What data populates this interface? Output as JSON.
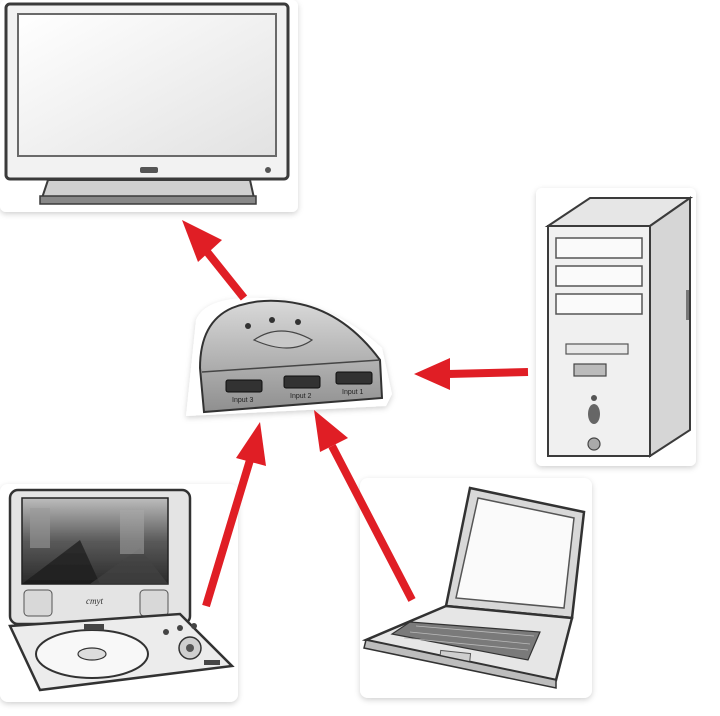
{
  "colors": {
    "arrow": "#e01e25",
    "device_fill": "#f0f0f0",
    "device_stroke": "#4a4a4a",
    "background": "#ffffff"
  },
  "switch": {
    "ports": [
      "Input 3",
      "Input 2",
      "Input 1"
    ]
  },
  "dvd_player": {
    "brand": "cmyt"
  },
  "icons": [
    "monitor-icon",
    "hdmi-switch-icon",
    "desktop-tower-icon",
    "portable-dvd-player-icon",
    "laptop-icon"
  ]
}
